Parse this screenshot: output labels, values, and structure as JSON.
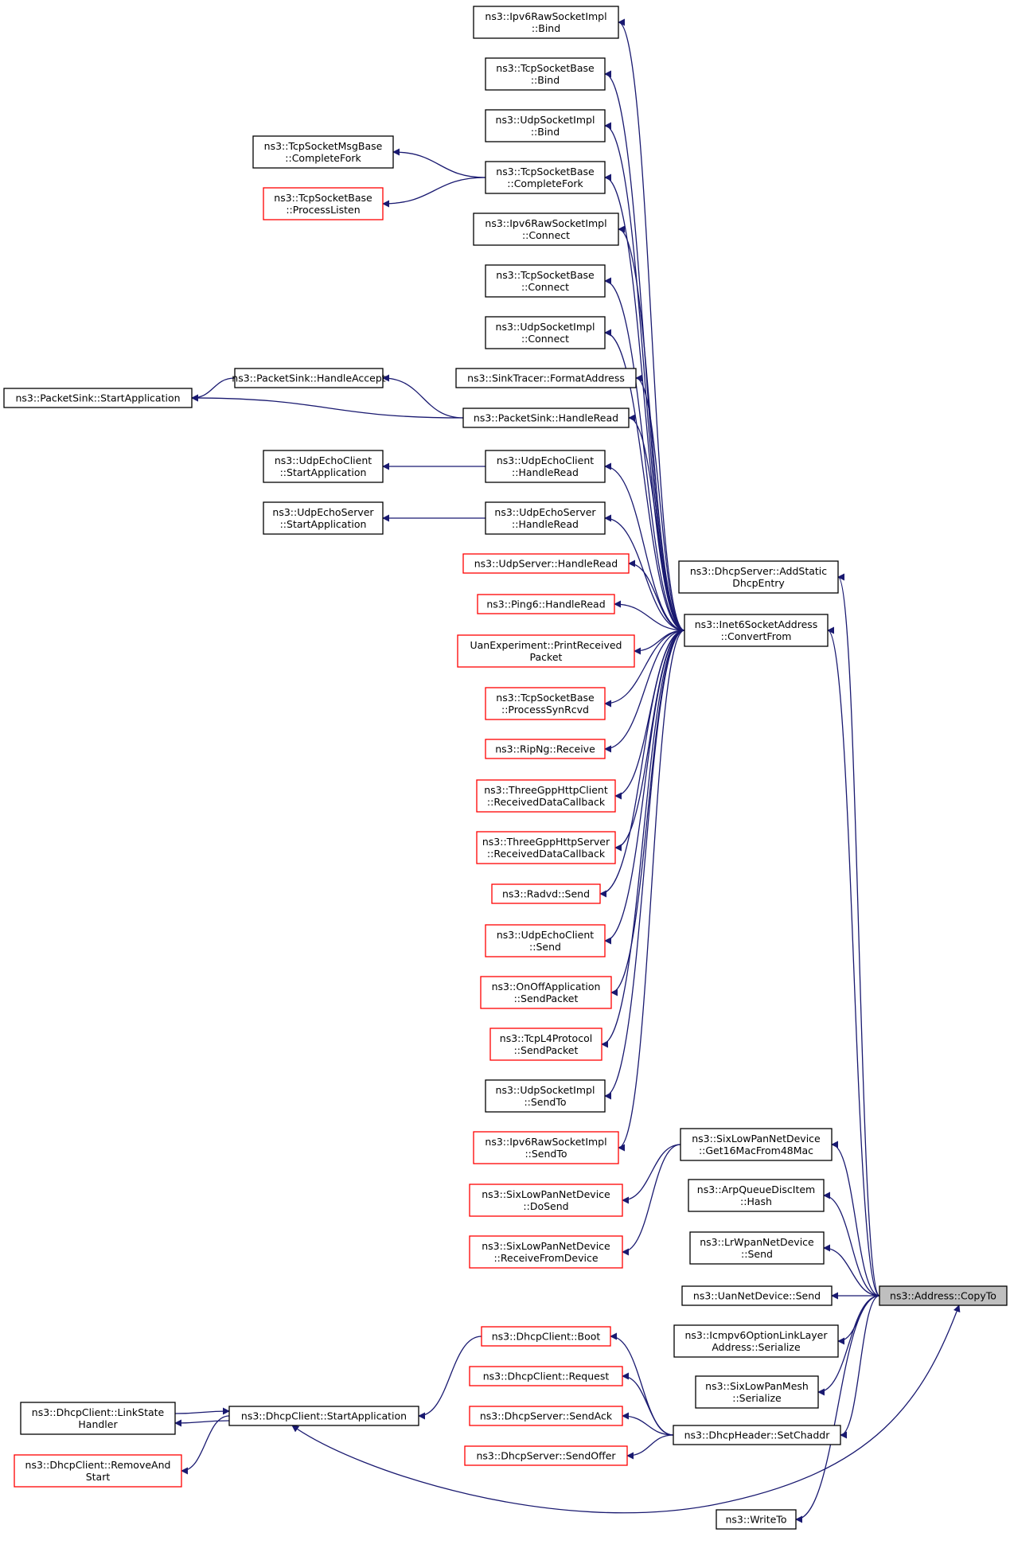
{
  "title": "ns3::Address::CopyTo",
  "colors": {
    "edge": "#191970",
    "doc_link_border": "#000000",
    "undocumented_border": "#ff0000",
    "target_fill": "#bfbfbf"
  },
  "nodes": [
    {
      "id": "target",
      "lines": [
        "ns3::Address::CopyTo"
      ],
      "style": "target"
    },
    {
      "id": "convertfrom",
      "lines": [
        "ns3::Inet6SocketAddress",
        "::ConvertFrom"
      ],
      "style": "black"
    },
    {
      "id": "addstatic",
      "lines": [
        "ns3::DhcpServer::AddStatic",
        "DhcpEntry"
      ],
      "style": "black"
    },
    {
      "id": "get16mac",
      "lines": [
        "ns3::SixLowPanNetDevice",
        "::Get16MacFrom48Mac"
      ],
      "style": "black"
    },
    {
      "id": "arphash",
      "lines": [
        "ns3::ArpQueueDiscItem",
        "::Hash"
      ],
      "style": "black"
    },
    {
      "id": "lrwpansend",
      "lines": [
        "ns3::LrWpanNetDevice",
        "::Send"
      ],
      "style": "black"
    },
    {
      "id": "uansend",
      "lines": [
        "ns3::UanNetDevice::Send"
      ],
      "style": "black"
    },
    {
      "id": "icmpv6ser",
      "lines": [
        "ns3::Icmpv6OptionLinkLayer",
        "Address::Serialize"
      ],
      "style": "black"
    },
    {
      "id": "meshser",
      "lines": [
        "ns3::SixLowPanMesh",
        "::Serialize"
      ],
      "style": "black"
    },
    {
      "id": "setchaddr",
      "lines": [
        "ns3::DhcpHeader::SetChaddr"
      ],
      "style": "black"
    },
    {
      "id": "writeto",
      "lines": [
        "ns3::WriteTo"
      ],
      "style": "black"
    },
    {
      "id": "ip6bind",
      "lines": [
        "ns3::Ipv6RawSocketImpl",
        "::Bind"
      ],
      "style": "black"
    },
    {
      "id": "tcpbind",
      "lines": [
        "ns3::TcpSocketBase",
        "::Bind"
      ],
      "style": "black"
    },
    {
      "id": "udpbind",
      "lines": [
        "ns3::UdpSocketImpl",
        "::Bind"
      ],
      "style": "black"
    },
    {
      "id": "tcpcompfork",
      "lines": [
        "ns3::TcpSocketBase",
        "::CompleteFork"
      ],
      "style": "black"
    },
    {
      "id": "msgcompfork",
      "lines": [
        "ns3::TcpSocketMsgBase",
        "::CompleteFork"
      ],
      "style": "black"
    },
    {
      "id": "proclisten",
      "lines": [
        "ns3::TcpSocketBase",
        "::ProcessListen"
      ],
      "style": "red"
    },
    {
      "id": "ip6connect",
      "lines": [
        "ns3::Ipv6RawSocketImpl",
        "::Connect"
      ],
      "style": "black"
    },
    {
      "id": "tcpconnect",
      "lines": [
        "ns3::TcpSocketBase",
        "::Connect"
      ],
      "style": "black"
    },
    {
      "id": "udpconnect",
      "lines": [
        "ns3::UdpSocketImpl",
        "::Connect"
      ],
      "style": "black"
    },
    {
      "id": "sinkfmt",
      "lines": [
        "ns3::SinkTracer::FormatAddress"
      ],
      "style": "black"
    },
    {
      "id": "psaccept",
      "lines": [
        "ns3::PacketSink::HandleAccept"
      ],
      "style": "black"
    },
    {
      "id": "psstart",
      "lines": [
        "ns3::PacketSink::StartApplication"
      ],
      "style": "black"
    },
    {
      "id": "psread",
      "lines": [
        "ns3::PacketSink::HandleRead"
      ],
      "style": "black"
    },
    {
      "id": "ueclstart",
      "lines": [
        "ns3::UdpEchoClient",
        "::StartApplication"
      ],
      "style": "black"
    },
    {
      "id": "ueclread",
      "lines": [
        "ns3::UdpEchoClient",
        "::HandleRead"
      ],
      "style": "black"
    },
    {
      "id": "uesvstart",
      "lines": [
        "ns3::UdpEchoServer",
        "::StartApplication"
      ],
      "style": "black"
    },
    {
      "id": "uesvread",
      "lines": [
        "ns3::UdpEchoServer",
        "::HandleRead"
      ],
      "style": "black"
    },
    {
      "id": "udpsvread",
      "lines": [
        "ns3::UdpServer::HandleRead"
      ],
      "style": "red"
    },
    {
      "id": "ping6read",
      "lines": [
        "ns3::Ping6::HandleRead"
      ],
      "style": "red"
    },
    {
      "id": "uanprint",
      "lines": [
        "UanExperiment::PrintReceived",
        "Packet"
      ],
      "style": "red"
    },
    {
      "id": "synrcvd",
      "lines": [
        "ns3::TcpSocketBase",
        "::ProcessSynRcvd"
      ],
      "style": "red"
    },
    {
      "id": "ripng",
      "lines": [
        "ns3::RipNg::Receive"
      ],
      "style": "red"
    },
    {
      "id": "httpclient",
      "lines": [
        "ns3::ThreeGppHttpClient",
        "::ReceivedDataCallback"
      ],
      "style": "red"
    },
    {
      "id": "httpserver",
      "lines": [
        "ns3::ThreeGppHttpServer",
        "::ReceivedDataCallback"
      ],
      "style": "red"
    },
    {
      "id": "radvd",
      "lines": [
        "ns3::Radvd::Send"
      ],
      "style": "red"
    },
    {
      "id": "ueclsend",
      "lines": [
        "ns3::UdpEchoClient",
        "::Send"
      ],
      "style": "red"
    },
    {
      "id": "onoff",
      "lines": [
        "ns3::OnOffApplication",
        "::SendPacket"
      ],
      "style": "red"
    },
    {
      "id": "tcpl4",
      "lines": [
        "ns3::TcpL4Protocol",
        "::SendPacket"
      ],
      "style": "red"
    },
    {
      "id": "udpsendto",
      "lines": [
        "ns3::UdpSocketImpl",
        "::SendTo"
      ],
      "style": "black"
    },
    {
      "id": "ip6sendto",
      "lines": [
        "ns3::Ipv6RawSocketImpl",
        "::SendTo"
      ],
      "style": "red"
    },
    {
      "id": "sixdosend",
      "lines": [
        "ns3::SixLowPanNetDevice",
        "::DoSend"
      ],
      "style": "red"
    },
    {
      "id": "sixrecv",
      "lines": [
        "ns3::SixLowPanNetDevice",
        "::ReceiveFromDevice"
      ],
      "style": "red"
    },
    {
      "id": "dhcpboot",
      "lines": [
        "ns3::DhcpClient::Boot"
      ],
      "style": "red"
    },
    {
      "id": "dhcpreq",
      "lines": [
        "ns3::DhcpClient::Request"
      ],
      "style": "red"
    },
    {
      "id": "dhcpack",
      "lines": [
        "ns3::DhcpServer::SendAck"
      ],
      "style": "red"
    },
    {
      "id": "dhcpoffer",
      "lines": [
        "ns3::DhcpServer::SendOffer"
      ],
      "style": "red"
    },
    {
      "id": "dhcpstart",
      "lines": [
        "ns3::DhcpClient::StartApplication"
      ],
      "style": "black"
    },
    {
      "id": "linkstate",
      "lines": [
        "ns3::DhcpClient::LinkState",
        "Handler"
      ],
      "style": "black"
    },
    {
      "id": "removestart",
      "lines": [
        "ns3::DhcpClient::RemoveAnd",
        "Start"
      ],
      "style": "red"
    }
  ],
  "edges": [
    [
      "convertfrom",
      "target"
    ],
    [
      "addstatic",
      "target"
    ],
    [
      "get16mac",
      "target"
    ],
    [
      "arphash",
      "target"
    ],
    [
      "lrwpansend",
      "target"
    ],
    [
      "uansend",
      "target"
    ],
    [
      "icmpv6ser",
      "target"
    ],
    [
      "meshser",
      "target"
    ],
    [
      "setchaddr",
      "target"
    ],
    [
      "writeto",
      "target"
    ],
    [
      "dhcpstart",
      "target"
    ],
    [
      "ip6bind",
      "convertfrom"
    ],
    [
      "tcpbind",
      "convertfrom"
    ],
    [
      "udpbind",
      "convertfrom"
    ],
    [
      "tcpcompfork",
      "convertfrom"
    ],
    [
      "ip6connect",
      "convertfrom"
    ],
    [
      "tcpconnect",
      "convertfrom"
    ],
    [
      "udpconnect",
      "convertfrom"
    ],
    [
      "sinkfmt",
      "convertfrom"
    ],
    [
      "psread",
      "convertfrom"
    ],
    [
      "ueclread",
      "convertfrom"
    ],
    [
      "uesvread",
      "convertfrom"
    ],
    [
      "udpsvread",
      "convertfrom"
    ],
    [
      "ping6read",
      "convertfrom"
    ],
    [
      "uanprint",
      "convertfrom"
    ],
    [
      "synrcvd",
      "convertfrom"
    ],
    [
      "ripng",
      "convertfrom"
    ],
    [
      "httpclient",
      "convertfrom"
    ],
    [
      "httpserver",
      "convertfrom"
    ],
    [
      "radvd",
      "convertfrom"
    ],
    [
      "ueclsend",
      "convertfrom"
    ],
    [
      "onoff",
      "convertfrom"
    ],
    [
      "tcpl4",
      "convertfrom"
    ],
    [
      "udpsendto",
      "convertfrom"
    ],
    [
      "ip6sendto",
      "convertfrom"
    ],
    [
      "msgcompfork",
      "tcpcompfork"
    ],
    [
      "proclisten",
      "tcpcompfork"
    ],
    [
      "psstart",
      "psaccept"
    ],
    [
      "psaccept",
      "psread"
    ],
    [
      "psstart",
      "psread"
    ],
    [
      "ueclstart",
      "ueclread"
    ],
    [
      "uesvstart",
      "uesvread"
    ],
    [
      "sixdosend",
      "get16mac"
    ],
    [
      "sixrecv",
      "get16mac"
    ],
    [
      "dhcpboot",
      "setchaddr"
    ],
    [
      "dhcpreq",
      "setchaddr"
    ],
    [
      "dhcpack",
      "setchaddr"
    ],
    [
      "dhcpoffer",
      "setchaddr"
    ],
    [
      "dhcpstart",
      "dhcpboot"
    ],
    [
      "linkstate",
      "dhcpstart"
    ],
    [
      "dhcpstart",
      "linkstate"
    ],
    [
      "removestart",
      "dhcpstart"
    ]
  ]
}
